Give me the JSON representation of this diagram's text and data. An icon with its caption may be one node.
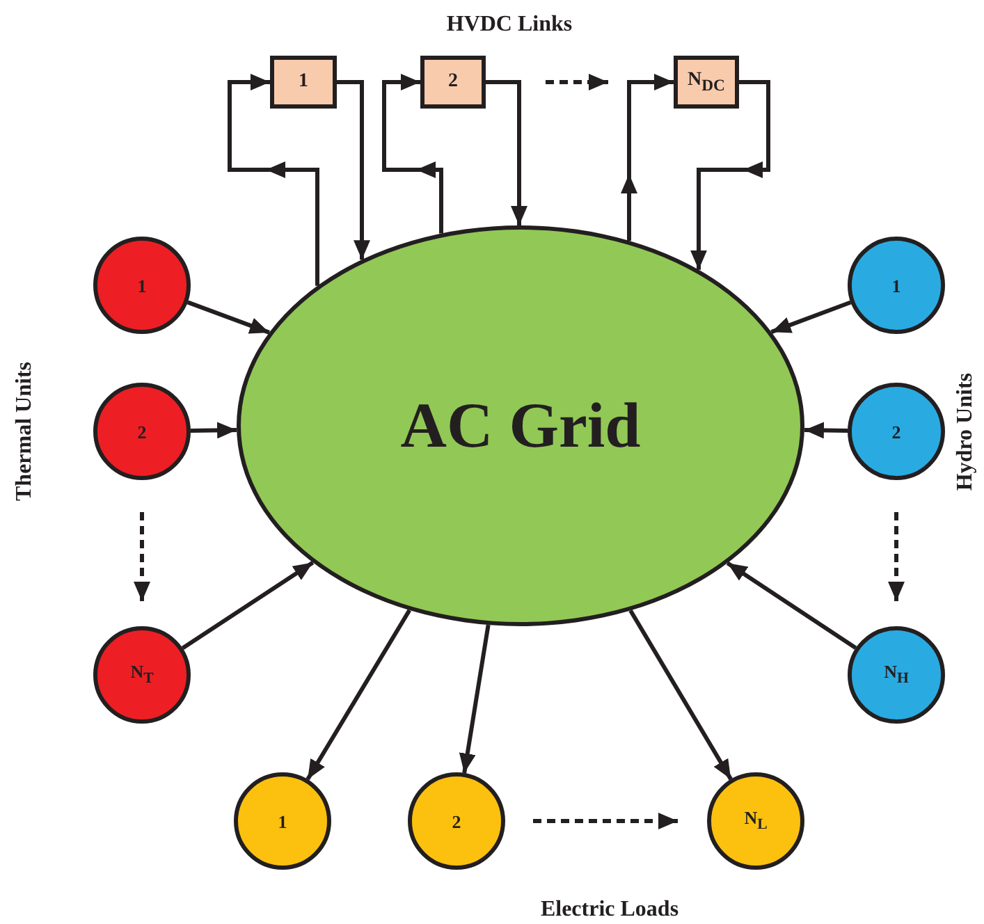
{
  "diagram": {
    "nodes": [
      {
        "text": [
          "1"
        ]
      },
      {
        "text": [
          "2"
        ]
      },
      {
        "text": [
          "N$_{DC}$"
        ]
      },
      {
        "text": [
          "AC Grid"
        ]
      },
      {
        "text": [
          "1"
        ]
      },
      {
        "text": [
          "2"
        ]
      },
      {
        "text": [
          "N$_{T}$"
        ]
      },
      {
        "text": [
          "1"
        ]
      },
      {
        "text": [
          "2"
        ]
      },
      {
        "text": [
          "N$_{H}$"
        ]
      },
      {
        "text": [
          "1"
        ]
      },
      {
        "text": [
          "2"
        ]
      },
      {
        "text": [
          "N$_{L}$"
        ]
      }
    ],
    "edges": [
      {
        "from": 4,
        "to": 3,
        "arrow": "to"
      },
      {
        "from": 5,
        "to": 3,
        "arrow": "to"
      },
      {
        "from": 6,
        "to": 3,
        "arrow": "to"
      },
      {
        "from": 5,
        "to": 6,
        "arrow": "to",
        "style": "dashed"
      },
      {
        "from": 7,
        "to": 3,
        "arrow": "to"
      },
      {
        "from": 8,
        "to": 3,
        "arrow": "to"
      },
      {
        "from": 9,
        "to": 3,
        "arrow": "to"
      },
      {
        "from": 8,
        "to": 9,
        "arrow": "to",
        "style": "dashed"
      },
      {
        "from": 3,
        "to": 10,
        "arrow": "to"
      },
      {
        "from": 3,
        "to": 11,
        "arrow": "to"
      },
      {
        "from": 3,
        "to": 12,
        "arrow": "to"
      },
      {
        "from": 11,
        "to": 12,
        "arrow": "to",
        "style": "dashed"
      },
      {
        "from": 3,
        "to": 0,
        "arrow": "to"
      },
      {
        "from": 0,
        "to": 3,
        "arrow": "to"
      },
      {
        "from": 3,
        "to": 1,
        "arrow": "to"
      },
      {
        "from": 1,
        "to": 3,
        "arrow": "to"
      },
      {
        "from": 3,
        "to": 2,
        "arrow": "to"
      },
      {
        "from": 2,
        "to": 3,
        "arrow": "to"
      },
      {
        "from": 1,
        "to": 2,
        "arrow": "to",
        "style": "dashed"
      }
    ],
    "labels": [
      "HVDC Links",
      "Thermal Units",
      "Hydro Units",
      "Electric Loads"
    ]
  }
}
